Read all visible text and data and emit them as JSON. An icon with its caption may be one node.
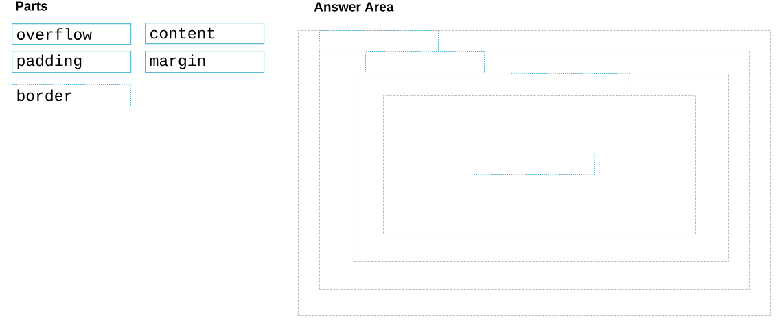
{
  "diagram": {
    "nodes": [
      {
        "text": [
          "overflow"
        ]
      },
      {
        "text": [
          "content"
        ]
      },
      {
        "text": [
          "padding"
        ]
      },
      {
        "text": [
          "margin"
        ]
      },
      {
        "text": [
          "border"
        ]
      },
      {
        "text": [],
        "shape": "box"
      },
      {
        "text": [],
        "shape": "box",
        "in": 5
      },
      {
        "text": [],
        "shape": "box",
        "in": 5
      },
      {
        "text": [],
        "shape": "box",
        "in": 7
      },
      {
        "text": [],
        "shape": "box",
        "in": 7
      },
      {
        "text": [],
        "shape": "box",
        "in": 9
      },
      {
        "text": [],
        "shape": "box",
        "in": 9
      },
      {
        "text": [],
        "shape": "box",
        "in": 11
      }
    ],
    "labels": [
      "Parts",
      "Answer Area"
    ]
  }
}
